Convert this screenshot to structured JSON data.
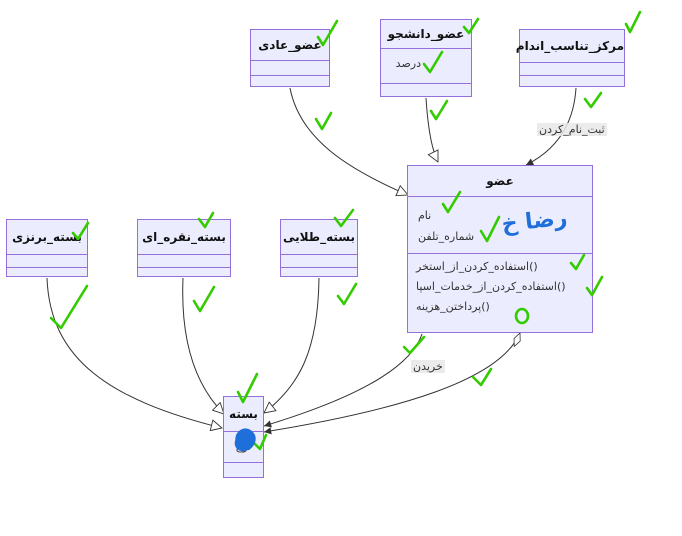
{
  "classes": {
    "regular_member": {
      "name": "عضو_عادی"
    },
    "student_member": {
      "name": "عضو_دانشجو",
      "attributes": [
        "درصد"
      ]
    },
    "fitness_center": {
      "name": "مرکز_تناسب_اندام"
    },
    "member": {
      "name": "عضو",
      "attributes": [
        "نام",
        "شماره_تلفن"
      ],
      "methods": [
        "()استفاده_کردن_از_استخر",
        "()استفاده_کردن_از_خدمات_اسپا",
        "()پرداختن_هزینه"
      ]
    },
    "bronze_package": {
      "name": "بسته_برنزی"
    },
    "silver_package": {
      "name": "بسته_نقره_ای"
    },
    "gold_package": {
      "name": "بسته_طلایی"
    },
    "package": {
      "name": "بسته",
      "attributes": [
        "نوع"
      ]
    }
  },
  "edges": {
    "register_label": "ثبت_نام_کردن",
    "buy_label": "خریدن"
  },
  "colors": {
    "box_fill": "#ECECFF",
    "box_border": "#9370DB",
    "line": "#333333",
    "check_mark": "#33CC00",
    "ink_annotation": "#1E6FD9"
  },
  "annotations": {
    "handwritten_text": "رضا خ"
  }
}
